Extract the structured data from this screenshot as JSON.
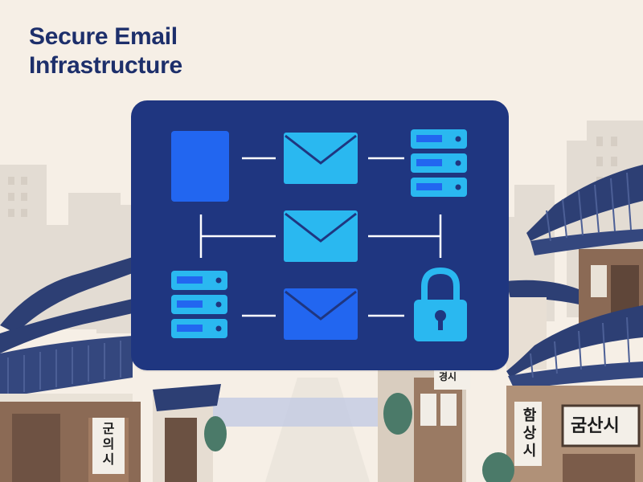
{
  "title": {
    "line1": "Secure Email",
    "line2": "Infrastructure"
  },
  "diagram": {
    "icons": [
      "device-icon",
      "envelope-icon",
      "server-icon",
      "lock-icon"
    ]
  },
  "signs": {
    "left": "군의시",
    "right_vertical": "함상시",
    "right_horizontal": "굼산시",
    "center_top": "경시"
  },
  "colors": {
    "title": "#1d2f6b",
    "panel": "#1f3680",
    "accent_light": "#2ab8f0",
    "accent_blue": "#2266f0",
    "background": "#f6efe6"
  }
}
